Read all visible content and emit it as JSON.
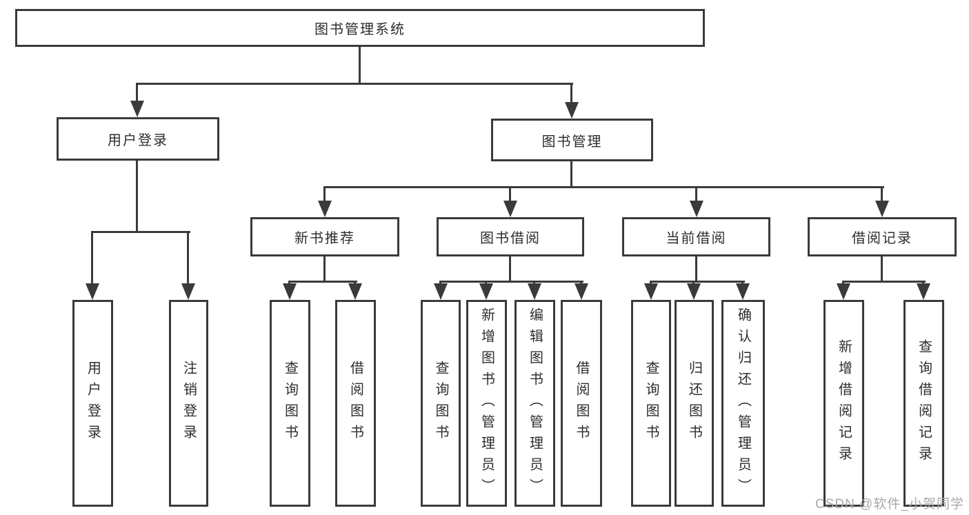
{
  "diagram": {
    "type": "hierarchy-tree",
    "root": {
      "label": "图书管理系统"
    },
    "branches": [
      {
        "label": "用户登录",
        "children": [
          "用户登录",
          "注销登录"
        ]
      },
      {
        "label": "图书管理",
        "children": [
          {
            "label": "新书推荐",
            "children": [
              "查询图书",
              "借阅图书"
            ]
          },
          {
            "label": "图书借阅",
            "children": [
              "查询图书",
              "新增图书（管理员）",
              "编辑图书（管理员）",
              "借阅图书"
            ]
          },
          {
            "label": "当前借阅",
            "children": [
              "查询图书",
              "归还图书",
              "确认归还（管理员）"
            ]
          },
          {
            "label": "借阅记录",
            "children": [
              "新增借阅记录",
              "查询借阅记录"
            ]
          }
        ]
      }
    ],
    "watermark": "CSDN @软件_小贺同学",
    "colors": {
      "line": "#3a3a3a",
      "text": "#2d2d2d",
      "watermark": "#aba7a7",
      "background": "#ffffff"
    }
  }
}
